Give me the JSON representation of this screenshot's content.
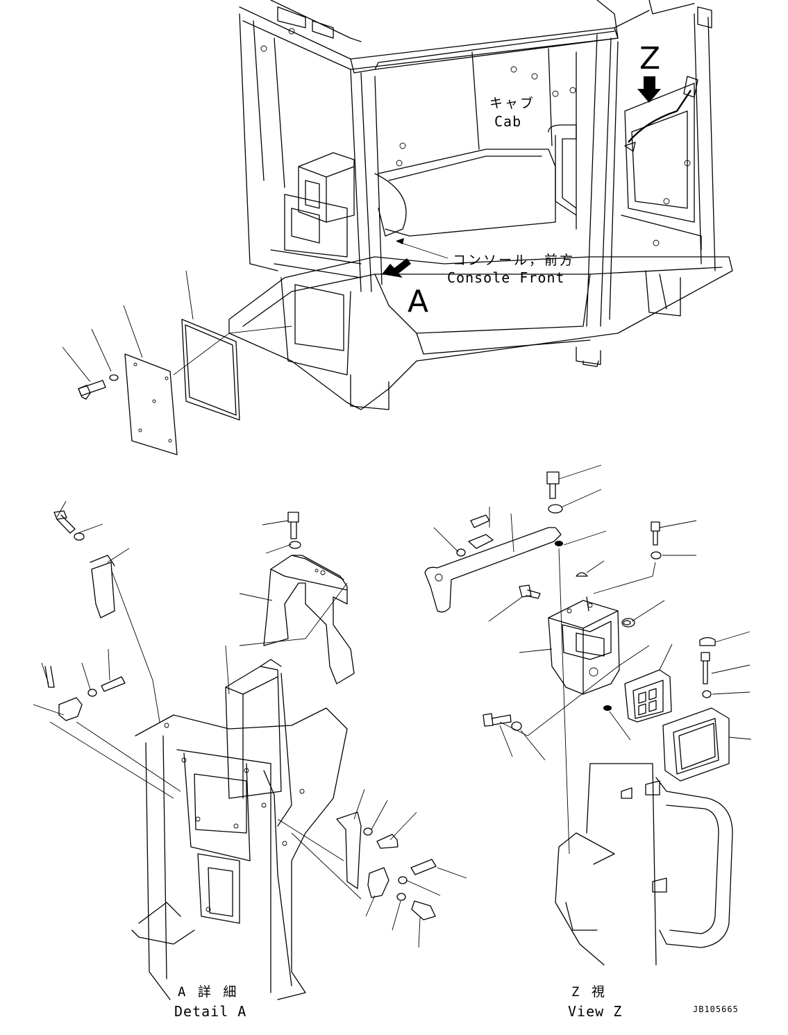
{
  "labels": {
    "cab_jp": "キャブ",
    "cab_en": "Cab",
    "console_jp": "コンソール，前方",
    "console_en": "Console Front",
    "view_a_marker": "A",
    "view_z_marker": "Z",
    "detail_a_jp": "A 詳 細",
    "detail_a_en": "Detail A",
    "view_z_jp": "Z 視",
    "view_z_en": "View Z",
    "drawing_number": "JB105665"
  }
}
